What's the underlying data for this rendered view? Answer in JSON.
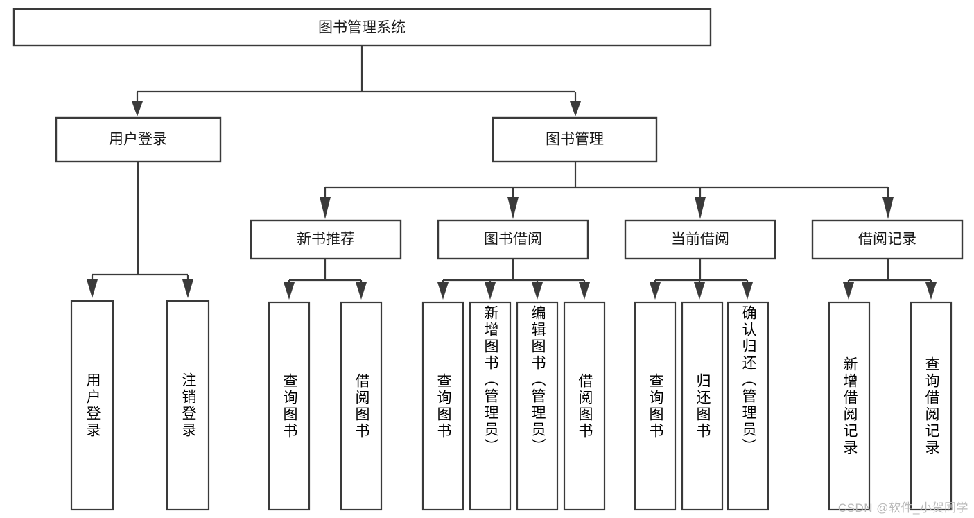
{
  "diagram": {
    "type": "tree",
    "title": "图书管理系统",
    "watermark": "CSDN @软件_小贺同学",
    "colors": {
      "background": "#ffffff",
      "stroke": "#3a3a3a",
      "text": "#1a1a1a",
      "watermark": "#b9b9b9"
    },
    "root": {
      "id": "root",
      "label": "图书管理系统",
      "level": 0
    },
    "level1": [
      {
        "id": "user-login",
        "label": "用户登录"
      },
      {
        "id": "book-manage",
        "label": "图书管理"
      }
    ],
    "level2": [
      {
        "id": "new-book-rec",
        "label": "新书推荐",
        "parent": "book-manage"
      },
      {
        "id": "book-borrow",
        "label": "图书借阅",
        "parent": "book-manage"
      },
      {
        "id": "current-borrow",
        "label": "当前借阅",
        "parent": "book-manage"
      },
      {
        "id": "borrow-record",
        "label": "借阅记录",
        "parent": "book-manage"
      }
    ],
    "leaves": {
      "user-login": [
        {
          "id": "leaf-user-login",
          "label": "用户登录"
        },
        {
          "id": "leaf-user-logout",
          "label": "注销登录"
        }
      ],
      "new-book-rec": [
        {
          "id": "leaf-query-book-1",
          "label": "查询图书"
        },
        {
          "id": "leaf-borrow-book-1",
          "label": "借阅图书"
        }
      ],
      "book-borrow": [
        {
          "id": "leaf-query-book-2",
          "label": "查询图书"
        },
        {
          "id": "leaf-add-book",
          "label": "新增图书（管理员）"
        },
        {
          "id": "leaf-edit-book",
          "label": "编辑图书（管理员）"
        },
        {
          "id": "leaf-borrow-book-2",
          "label": "借阅图书"
        }
      ],
      "current-borrow": [
        {
          "id": "leaf-query-book-3",
          "label": "查询图书"
        },
        {
          "id": "leaf-return-book",
          "label": "归还图书"
        },
        {
          "id": "leaf-confirm-return",
          "label": "确认归还（管理员）"
        }
      ],
      "borrow-record": [
        {
          "id": "leaf-add-record",
          "label": "新增借阅记录"
        },
        {
          "id": "leaf-query-record",
          "label": "查询借阅记录"
        }
      ]
    }
  }
}
